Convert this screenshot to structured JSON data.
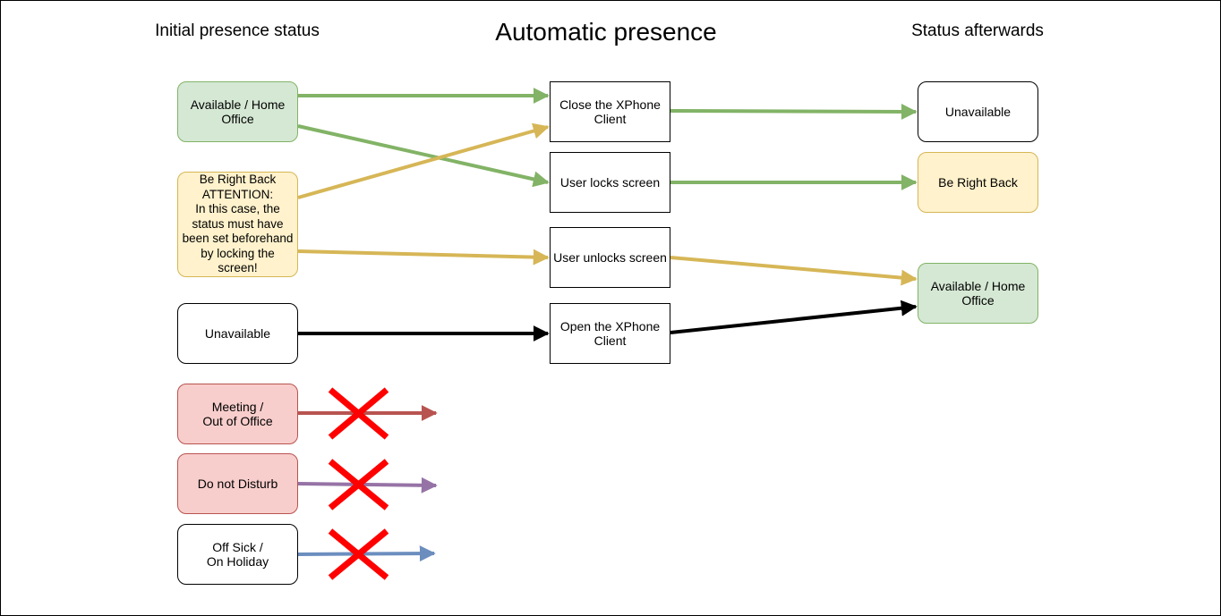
{
  "headings": {
    "left": "Initial presence status",
    "center": "Automatic presence",
    "right": "Status afterwards"
  },
  "initial": {
    "available": "Available / Home\nOffice",
    "brb": "Be Right Back\nATTENTION:\nIn this case, the\nstatus must have\nbeen set beforehand\nby locking the screen!",
    "unavailable": "Unavailable",
    "meeting": "Meeting /\nOut of Office",
    "dnd": "Do not Disturb",
    "sick": "Off Sick /\nOn Holiday"
  },
  "actions": {
    "close": "Close the XPhone\nClient",
    "lock": "User locks screen",
    "unlock": "User unlocks screen",
    "open": "Open the XPhone\nClient"
  },
  "after": {
    "unavailable": "Unavailable",
    "brb": "Be Right Back",
    "available": "Available / Home\nOffice"
  },
  "colors": {
    "green_stroke": "#82b366",
    "yellow_stroke": "#d6b656",
    "red_stroke": "#b85450",
    "purple_stroke": "#9673a6",
    "blue_stroke": "#6c8ebf",
    "black_stroke": "#000000",
    "cross": "#ff0000"
  }
}
